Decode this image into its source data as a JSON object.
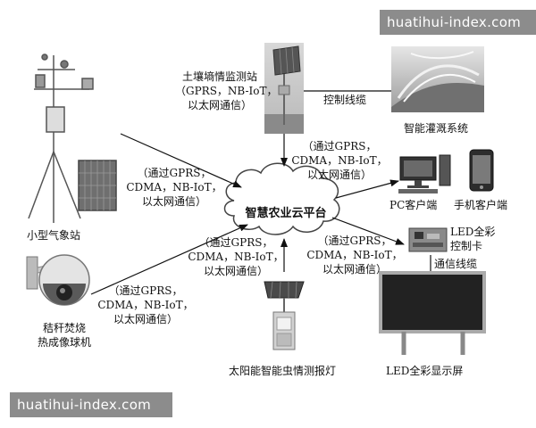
{
  "watermark_top": "huatihui-index.com",
  "watermark_bottom": "huatihui-index.com",
  "cloud_platform": "智慧农业云平台",
  "nodes": {
    "soil_station": [
      "土壤墒情监测站",
      "（GPRS，NB-IoT，",
      "以太网通信）"
    ],
    "weather_station": "小型气象站",
    "straw_camera": [
      "秸秆焚烧",
      "热成像球机"
    ],
    "insect_lamp": "太阳能智能虫情测报灯",
    "irrigation": "智能灌溉系统",
    "pc_client": "PC客户端",
    "mobile_client": "手机客户端",
    "led_card": [
      "LED全彩",
      "控制卡"
    ],
    "led_screen": "LED全彩显示屏"
  },
  "edge_labels": {
    "control_cable": "控制线缆",
    "comm_cable": "通信线缆",
    "weather_link": [
      "（通过GPRS，",
      "CDMA，NB-IoT，",
      "以太网通信）"
    ],
    "camera_link": [
      "（通过GPRS，",
      "CDMA，NB-IoT，",
      "以太网通信）"
    ],
    "lamp_link": [
      "（通过GPRS，",
      "CDMA，NB-IoT，",
      "以太网通信）"
    ],
    "soil_link": [
      "（通过GPRS，",
      "CDMA，NB-IoT，",
      "以太网通信）"
    ],
    "led_link": [
      "（通过GPRS，",
      "CDMA，NB-IoT，",
      "以太网通信）"
    ]
  }
}
